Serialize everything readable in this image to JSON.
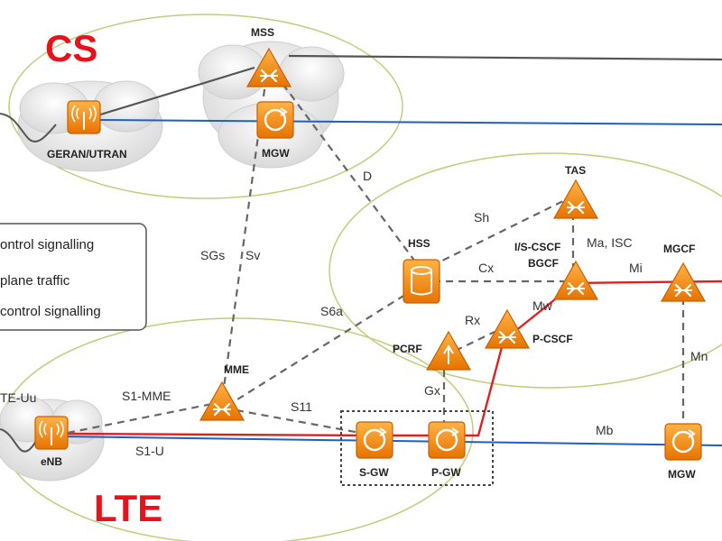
{
  "colors": {
    "accent_red": "#e8121b",
    "cs_domain_text": "#e8121b",
    "lte_domain_text": "#e8121b",
    "node_orange": "#f08a12",
    "blue_line": "#1f5fbf",
    "red_line": "#e02020",
    "dark_line": "#555555",
    "ellipse_border": "#c3cc7a"
  },
  "domains": {
    "cs": "CS",
    "lte": "LTE"
  },
  "legend": {
    "items": [
      "ontrol signalling",
      "plane traffic",
      "control signalling"
    ]
  },
  "nodes": {
    "mss": "MSS",
    "mgw_cs": "MGW",
    "geran": "GERAN/UTRAN",
    "tas": "TAS",
    "hss": "HSS",
    "iscscf": "I/S-CSCF",
    "bgcf": "BGCF",
    "mgcf": "MGCF",
    "pcscf": "P-CSCF",
    "pcrf": "PCRF",
    "mme": "MME",
    "enb": "eNB",
    "sgw": "S-GW",
    "pgw": "P-GW",
    "mgw_ims": "MGW"
  },
  "interfaces": {
    "lte_uu": "TE-Uu",
    "s1_mme": "S1-MME",
    "s1_u": "S1-U",
    "s11": "S11",
    "s6a": "S6a",
    "sgs": "SGs",
    "sv": "Sv",
    "d": "D",
    "sh": "Sh",
    "cx": "Cx",
    "ma_isc": "Ma, ISC",
    "mi": "Mi",
    "mw": "Mw",
    "rx": "Rx",
    "gx": "Gx",
    "mn": "Mn",
    "mb": "Mb"
  }
}
